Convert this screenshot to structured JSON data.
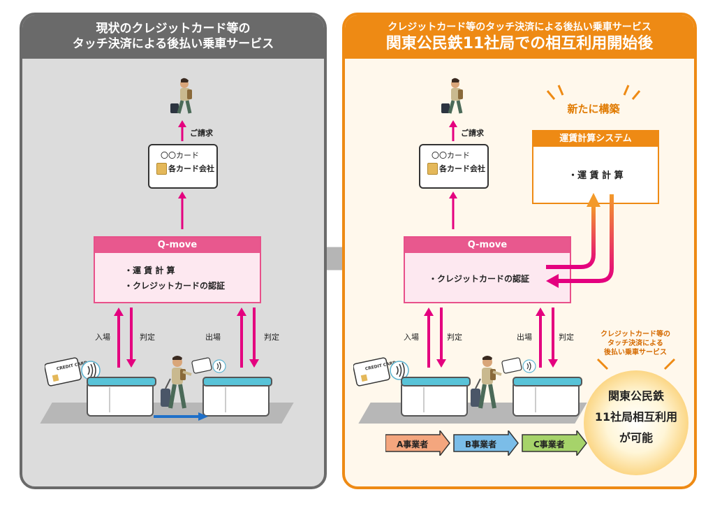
{
  "left_panel": {
    "header_line1": "現状のクレジットカード等の",
    "header_line2": "タッチ決済による後払い乗車サービス",
    "billing": "ご請求",
    "card_box": {
      "line1": "〇〇カード",
      "line2": "各カード会社"
    },
    "qmove": {
      "title": "Q-move",
      "items": [
        "・運 賃 計 算",
        "・クレジットカードの認証"
      ]
    },
    "entry_label": "入場",
    "judge_label_1": "判定",
    "exit_label": "出場",
    "judge_label_2": "判定",
    "card_text": "CREDIT CARD"
  },
  "right_panel": {
    "header_line1": "クレジットカード等のタッチ決済による後払い乗車サービス",
    "header_line2": "関東公民鉄11社局での相互利用開始後",
    "billing": "ご請求",
    "card_box": {
      "line1": "〇〇カード",
      "line2": "各カード会社"
    },
    "qmove": {
      "title": "Q-move",
      "items": [
        "・クレジットカードの認証"
      ]
    },
    "new_build": "新たに構築",
    "fare_system": {
      "title": "運賃計算システム",
      "item": "・運 賃 計 算"
    },
    "entry_label": "入場",
    "judge_label_1": "判定",
    "exit_label": "出場",
    "judge_label_2": "判定",
    "card_text": "CREDIT CARD",
    "operators": [
      "A事業者",
      "B事業者",
      "C事業者"
    ],
    "operator_colors": [
      "#f4a67e",
      "#7bbde8",
      "#a6d36a"
    ],
    "callout": [
      "クレジットカード等の",
      "タッチ決済による",
      "後払い乗車サービス"
    ],
    "circle": [
      "関東公民鉄",
      "11社局相互利用",
      "が可能"
    ]
  },
  "colors": {
    "gray": "#6a6a6a",
    "orange": "#ee8a14",
    "pink": "#e4007f",
    "blue": "#1e6fc8"
  }
}
